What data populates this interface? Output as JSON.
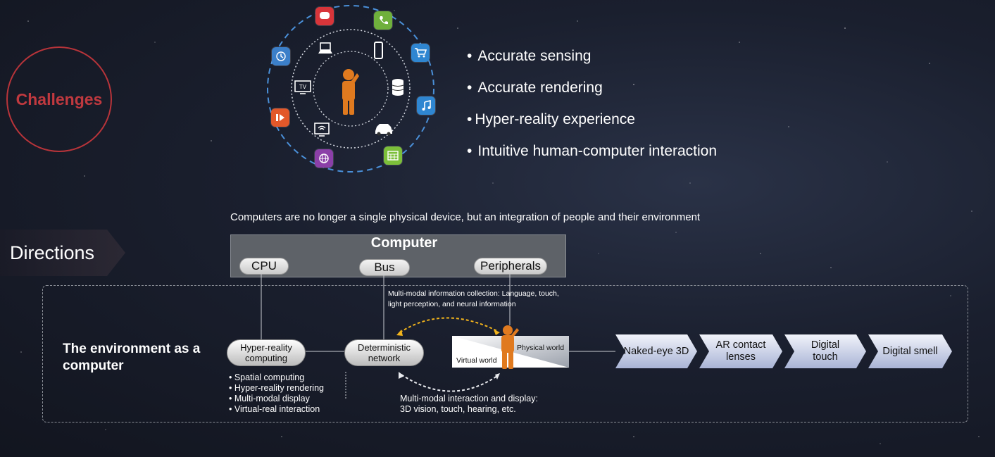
{
  "challenges": {
    "label": "Challenges",
    "bullets": [
      "Accurate sensing",
      "Accurate rendering",
      "Hyper-reality experience",
      "Intuitive human-computer interaction"
    ]
  },
  "directions": {
    "label": "Directions",
    "subtitle": "Computers are no longer a single physical device, but an integration of people and their environment",
    "computer": {
      "title": "Computer",
      "parts": [
        "CPU",
        "Bus",
        "Peripherals"
      ]
    },
    "environment": {
      "label_line1": "The environment as a",
      "label_line2": "computer",
      "hyper_reality": {
        "line1": "Hyper-reality",
        "line2": "computing"
      },
      "deterministic": {
        "line1": "Deterministic",
        "line2": "network"
      },
      "features": [
        "• Spatial computing",
        "• Hyper-reality rendering",
        "• Multi-modal display",
        "• Virtual-real interaction"
      ],
      "collection_note": {
        "line1": "Multi-modal information collection: Language, touch,",
        "line2": "light perception, and neural information"
      },
      "interaction_note": {
        "line1": "Multi-modal interaction and display:",
        "line2": "3D vision, touch, hearing, etc."
      },
      "physical_world": "Physical world",
      "virtual_world": "Virtual world",
      "technologies": [
        {
          "line1": "Naked-eye 3D",
          "line2": ""
        },
        {
          "line1": "AR contact",
          "line2": "lenses"
        },
        {
          "line1": "Digital",
          "line2": "touch"
        },
        {
          "line1": "Digital smell",
          "line2": ""
        }
      ]
    }
  },
  "colors": {
    "accent_red": "#c0393f",
    "person_orange": "#e07a1f",
    "orbit_blue": "#4a90d9"
  },
  "icons": {
    "outer": [
      "message-icon",
      "phone-icon",
      "cart-icon",
      "music-icon",
      "calendar-icon",
      "globe-icon",
      "video-icon",
      "clock-icon"
    ],
    "inner": [
      "laptop-icon",
      "smartphone-icon",
      "database-icon",
      "car-icon",
      "wifi-monitor-icon",
      "tv-icon"
    ]
  }
}
